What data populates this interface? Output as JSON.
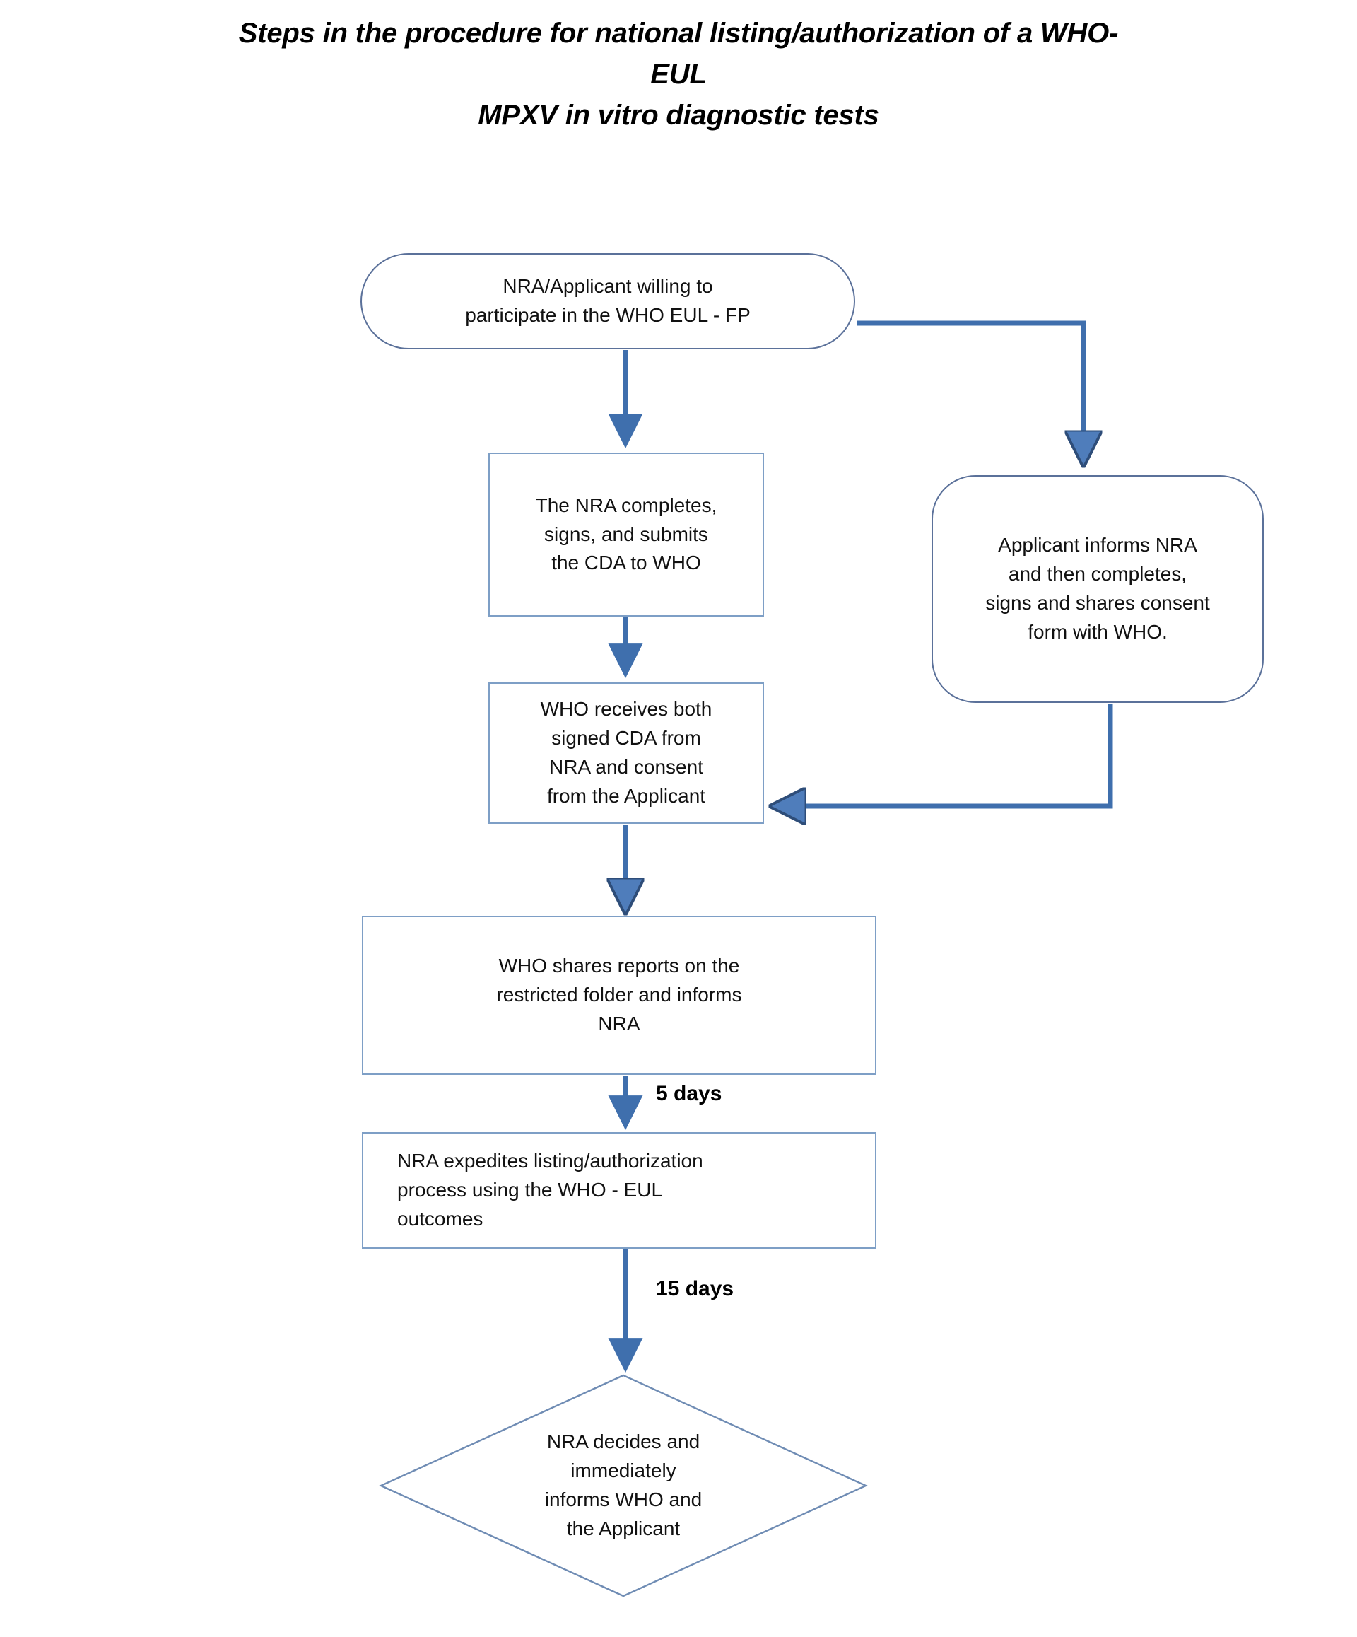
{
  "title": {
    "line1": "Steps in the procedure for national listing/authorization of a WHO-EUL",
    "line2": "MPXV in vitro diagnostic tests"
  },
  "colors": {
    "connector": "#3f6fad",
    "pill_border": "#5b719a",
    "rect_border": "#7e9fc6",
    "text": "#111111",
    "background": "#ffffff"
  },
  "chart_data": {
    "type": "flowchart",
    "title": "Steps in the procedure for national listing/authorization of a WHO-EUL MPXV in vitro diagnostic tests",
    "orientation": "top-to-bottom",
    "nodes": [
      {
        "id": "start",
        "shape": "pill",
        "label": "NRA/Applicant willing to\nparticipate in the WHO EUL - FP"
      },
      {
        "id": "cda",
        "shape": "rect",
        "label": "The NRA completes,\nsigns, and submits\nthe CDA to WHO"
      },
      {
        "id": "applicant",
        "shape": "rounded",
        "label": "Applicant informs NRA\nand then completes,\nsigns and shares consent\nform with WHO."
      },
      {
        "id": "whoreceives",
        "shape": "rect",
        "label": "WHO receives both\nsigned CDA from\nNRA and consent\nfrom the Applicant"
      },
      {
        "id": "shares",
        "shape": "rect",
        "label": "WHO shares reports on the\nrestricted folder and informs\nNRA"
      },
      {
        "id": "expedite",
        "shape": "rect",
        "label": "NRA expedites listing/authorization\nprocess using the WHO - EUL\noutcomes"
      },
      {
        "id": "decision",
        "shape": "diamond",
        "label": "NRA decides and\nimmediately\ninforms WHO and\nthe Applicant"
      }
    ],
    "edges": [
      {
        "from": "start",
        "to": "cda",
        "label": ""
      },
      {
        "from": "start",
        "to": "applicant",
        "label": ""
      },
      {
        "from": "cda",
        "to": "whoreceives",
        "label": ""
      },
      {
        "from": "applicant",
        "to": "whoreceives",
        "label": ""
      },
      {
        "from": "whoreceives",
        "to": "shares",
        "label": ""
      },
      {
        "from": "shares",
        "to": "expedite",
        "label": "5 days"
      },
      {
        "from": "expedite",
        "to": "decision",
        "label": "15 days"
      }
    ]
  },
  "nodes": {
    "start": {
      "label": "NRA/Applicant willing to\nparticipate in the WHO EUL - FP"
    },
    "cda": {
      "label": "The NRA completes,\nsigns, and submits\nthe CDA to WHO"
    },
    "applicant": {
      "label": "Applicant informs NRA\nand then completes,\nsigns and shares consent\nform with WHO."
    },
    "whoreceives": {
      "label": "WHO receives both\nsigned CDA from\nNRA and consent\nfrom the Applicant"
    },
    "shares": {
      "label": "WHO shares reports on the\nrestricted folder and informs\nNRA"
    },
    "expedite": {
      "label": "NRA expedites listing/authorization\nprocess using the WHO - EUL\noutcomes"
    },
    "decision": {
      "label": "NRA decides and\nimmediately\ninforms WHO and\nthe Applicant"
    }
  },
  "edge_labels": {
    "five_days": "5 days",
    "fifteen_days": "15 days"
  }
}
